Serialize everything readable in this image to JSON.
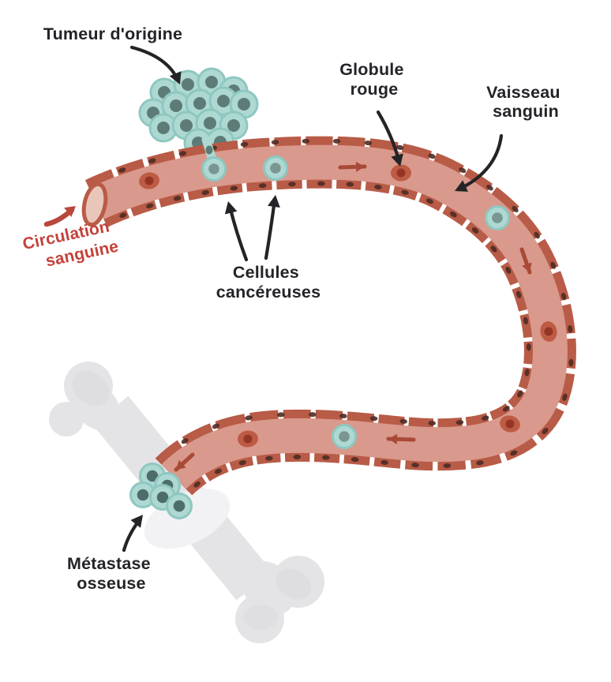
{
  "labels": {
    "tumor": "Tumeur d'origine",
    "red_cell_l1": "Globule",
    "red_cell_l2": "rouge",
    "vessel_l1": "Vaisseau",
    "vessel_l2": "sanguin",
    "circulation_l1": "Circulation",
    "circulation_l2": "sanguine",
    "cancer_cells_l1": "Cellules",
    "cancer_cells_l2": "cancéreuses",
    "metastasis_l1": "Métastase",
    "metastasis_l2": "osseuse"
  },
  "colors": {
    "interior": "#d9998c",
    "wall": "#b85b47",
    "wall_nucleus": "#4e2b23",
    "lumen": "#e9c6ba",
    "rbc_outer": "#bd5740",
    "rbc_inner": "#953526",
    "cell_body": "#aed9d3",
    "cell_ring": "#8fc7c0",
    "cell_nucleus": "#7a9692",
    "tumor_nucleus": "#5d7b77",
    "meta_nucleus": "#4d6d6a",
    "flow_arrow": "#a84a37",
    "red_arrow": "#b8473c",
    "label_red": "#c4423a",
    "label_dark": "#232428",
    "bone": "#e4e4e7",
    "bone_shade": "#d7d7db",
    "bone_halo": "#f2f2f4"
  }
}
